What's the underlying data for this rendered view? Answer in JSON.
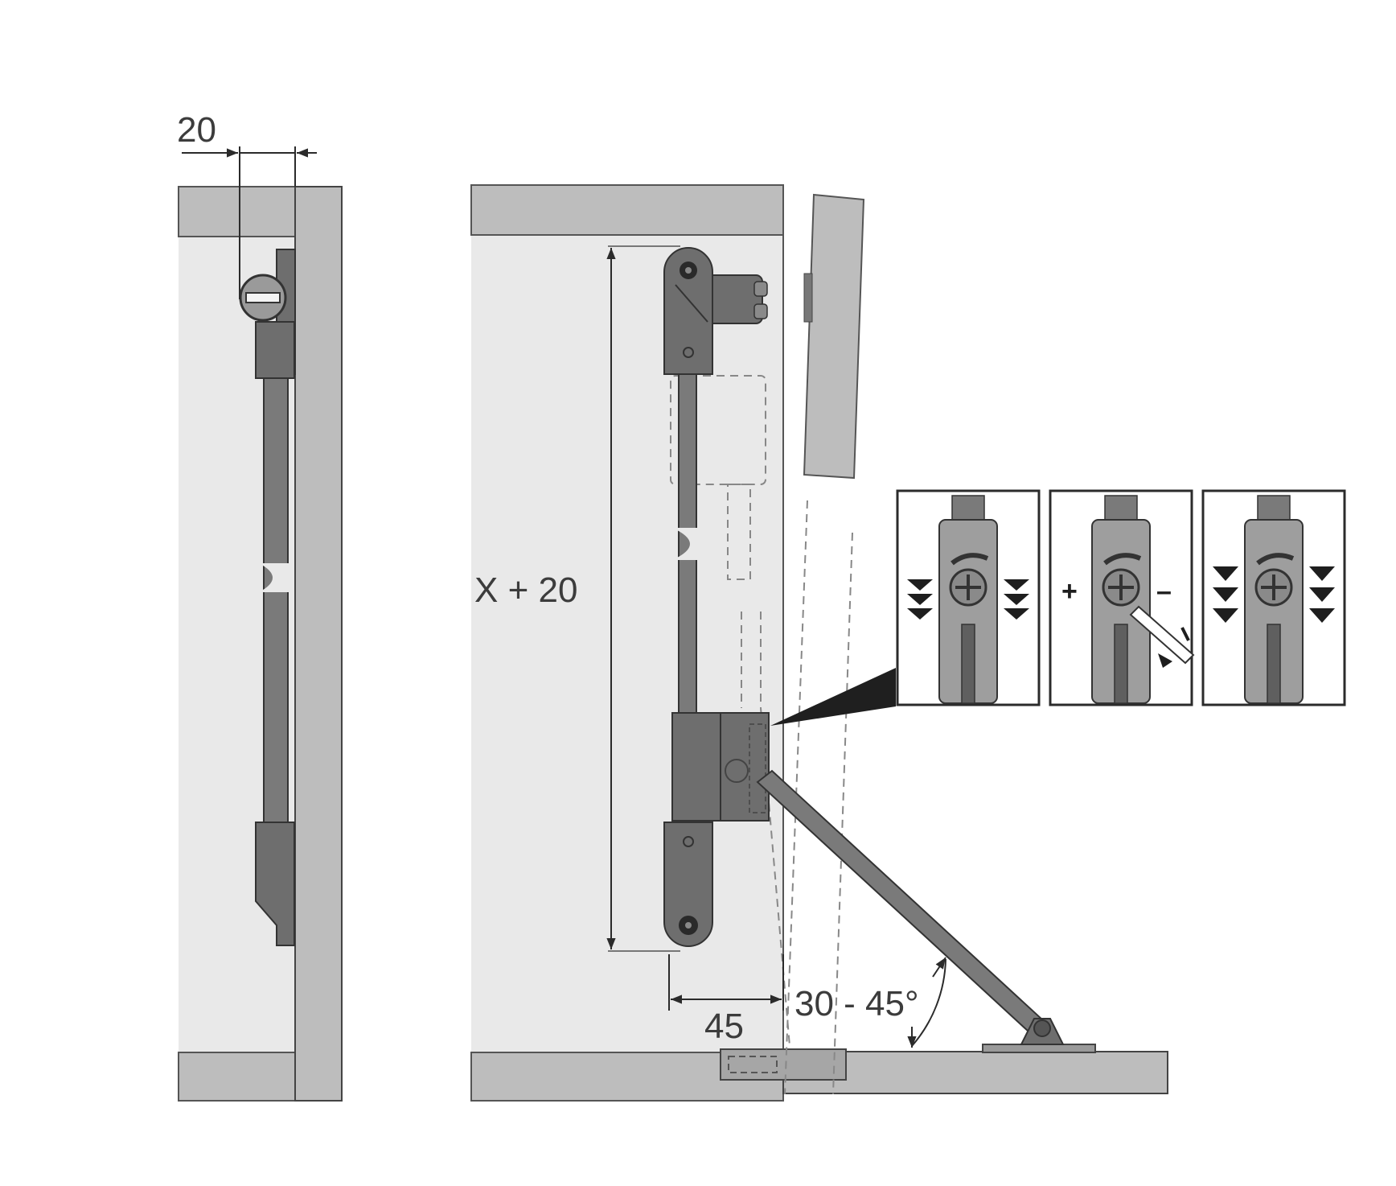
{
  "dimensions": {
    "side_offset": "20",
    "mount_height": "X + 20",
    "front_offset": "45",
    "opening_angle": "30 - 45°"
  },
  "adjustment_panels": [
    {
      "id": "weak",
      "left_symbol": "▼▼▼",
      "right_symbol": "▼▼▼"
    },
    {
      "id": "adjust",
      "left_symbol": "+",
      "right_symbol": "–"
    },
    {
      "id": "strong",
      "left_symbol": "▼▼▼",
      "right_symbol": "▼▼▼"
    }
  ],
  "colors": {
    "panel_fill": "#e9e9e9",
    "frame_gray": "#bdbdbd",
    "mechanism_dark": "#6e6e6e",
    "outline": "#333333",
    "line": "#2b2b2b"
  }
}
